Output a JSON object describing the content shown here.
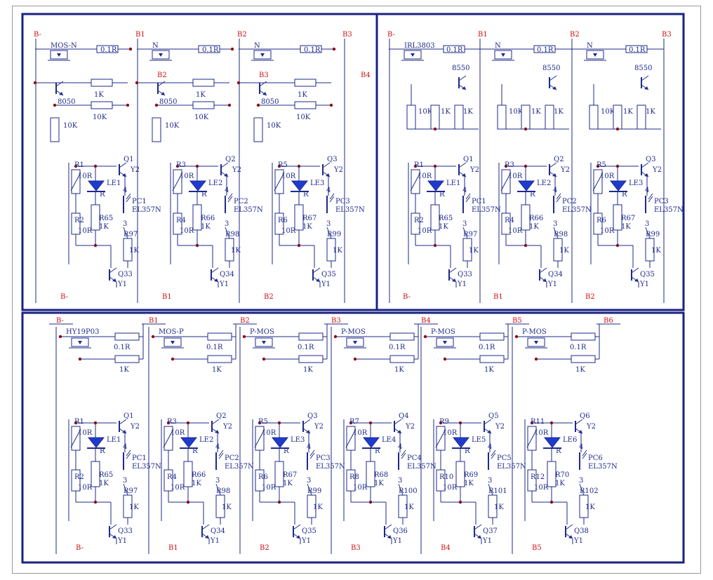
{
  "colors": {
    "wire": "#1e2a8a",
    "frame": "#1a2380",
    "node": "#d01010",
    "dot": "#8b1010",
    "fill": "#1e3bd0"
  },
  "panels": [
    {
      "id": "p1",
      "buses": [
        "B-",
        "B1",
        "B2",
        "B3"
      ],
      "bottom": [
        "B-",
        "B1",
        "B2"
      ],
      "switch": [
        "MOS-N",
        "N",
        "N"
      ],
      "shunt": "0.1R",
      "driver": [
        "8050",
        "8050",
        "8050"
      ],
      "gate_tag": [
        "B2",
        "B3",
        "B4"
      ],
      "drv_r": [
        "1K",
        "10K"
      ],
      "pull": "10K",
      "cells": [
        {
          "q": "Q1",
          "r_a": "R1",
          "r_b": "R2",
          "led": "LE1",
          "pc": "PC1",
          "r_p": "R65",
          "r_o": "R97",
          "qo": "Q33"
        },
        {
          "q": "Q2",
          "r_a": "R3",
          "r_b": "R4",
          "led": "LE2",
          "pc": "PC2",
          "r_p": "R66",
          "r_o": "R98",
          "qo": "Q34"
        },
        {
          "q": "Q3",
          "r_a": "R5",
          "r_b": "R6",
          "led": "LE3",
          "pc": "PC3",
          "r_p": "R67",
          "r_o": "R99",
          "qo": "Q35"
        }
      ]
    },
    {
      "id": "p2",
      "buses": [
        "B-",
        "B1",
        "B2",
        "B3"
      ],
      "bottom": [
        "B-",
        "B1",
        "B2"
      ],
      "switch": [
        "IRL3803",
        "N",
        "N"
      ],
      "shunt": "0.1R",
      "driver": [
        "8550",
        "8550",
        "8550"
      ],
      "pull": "10K",
      "cells": [
        {
          "q": "Q1",
          "r_a": "R1",
          "r_b": "R2",
          "led": "LE1",
          "pc": "PC1",
          "r_p": "R65",
          "r_o": "R97",
          "qo": "Q33"
        },
        {
          "q": "Q2",
          "r_a": "R3",
          "r_b": "R4",
          "led": "LE2",
          "pc": "PC2",
          "r_p": "R66",
          "r_o": "R98",
          "qo": "Q34"
        },
        {
          "q": "Q3",
          "r_a": "R5",
          "r_b": "R6",
          "led": "LE3",
          "pc": "PC3",
          "r_p": "R67",
          "r_o": "R99",
          "qo": "Q35"
        }
      ]
    },
    {
      "id": "p3",
      "buses": [
        "B-",
        "B1",
        "B2",
        "B3",
        "B4",
        "B5",
        "B6"
      ],
      "bottom": [
        "B-",
        "B1",
        "B2",
        "B3",
        "B4",
        "B5"
      ],
      "switch": [
        "HY19P03",
        "MOS-P",
        "P-MOS",
        "P-MOS",
        "P-MOS",
        "P-MOS"
      ],
      "shunt": "0.1R",
      "drv_r": "1K",
      "cells": [
        {
          "q": "Q1",
          "r_a": "R1",
          "r_b": "R2",
          "led": "LE1",
          "pc": "PC1",
          "r_p": "R65",
          "r_o": "R97",
          "qo": "Q33"
        },
        {
          "q": "Q2",
          "r_a": "R3",
          "r_b": "R4",
          "led": "LE2",
          "pc": "PC2",
          "r_p": "R66",
          "r_o": "R98",
          "qo": "Q34"
        },
        {
          "q": "Q3",
          "r_a": "R5",
          "r_b": "R6",
          "led": "LE3",
          "pc": "PC3",
          "r_p": "R67",
          "r_o": "R99",
          "qo": "Q35"
        },
        {
          "q": "Q4",
          "r_a": "R7",
          "r_b": "R8",
          "led": "LE4",
          "pc": "PC4",
          "r_p": "R68",
          "r_o": "R100",
          "qo": "Q36"
        },
        {
          "q": "Q5",
          "r_a": "R9",
          "r_b": "R10",
          "led": "LE5",
          "pc": "PC5",
          "r_p": "R69",
          "r_o": "R101",
          "qo": "Q37"
        },
        {
          "q": "Q6",
          "r_a": "R11",
          "r_b": "R12",
          "led": "LE6",
          "pc": "PC6",
          "r_p": "R70",
          "r_o": "R102",
          "qo": "Q38"
        }
      ]
    }
  ],
  "common": {
    "r_led": "10R",
    "r_1k": "1K",
    "opto": "EL357N",
    "pin4": "4",
    "pin3": "3",
    "y1": "Y1",
    "y2": "Y2",
    "r_mark": "R"
  }
}
